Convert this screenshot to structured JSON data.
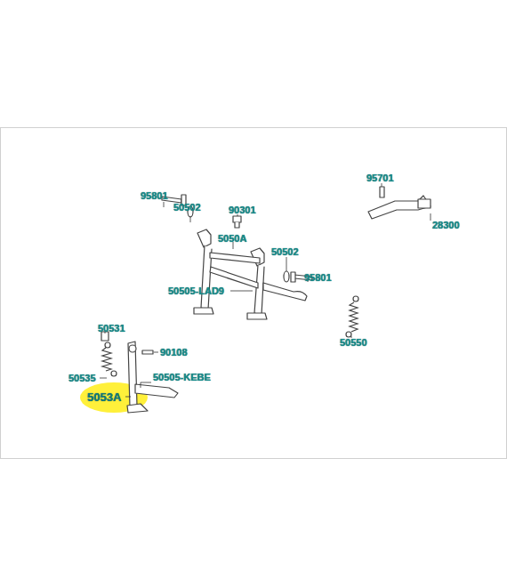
{
  "diagram": {
    "labels": [
      "95801",
      "50502",
      "90301",
      "5050A",
      "95701",
      "28300",
      "50502",
      "95801",
      "50505-LAD9",
      "50550",
      "50531",
      "90108",
      "50535",
      "50505-KEBE",
      "5053A"
    ]
  }
}
